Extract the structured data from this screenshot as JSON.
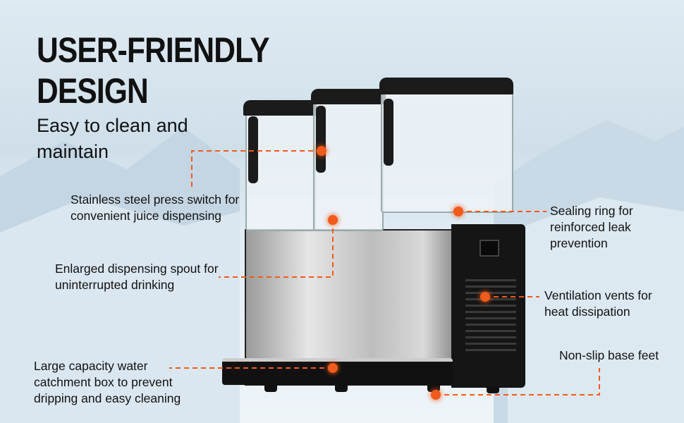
{
  "heading": {
    "line1": "USER-FRIENDLY",
    "line2": "DESIGN"
  },
  "subheading": {
    "line1": "Easy to clean and",
    "line2": "maintain"
  },
  "callouts": [
    {
      "line1": "Stainless steel press switch for",
      "line2": "convenient juice dispensing"
    },
    {
      "line1": "Enlarged dispensing spout for",
      "line2": "uninterrupted drinking"
    },
    {
      "line1": "Large capacity water",
      "line2": "catchment box to prevent",
      "line3": "dripping and easy cleaning"
    },
    {
      "line1": "Sealing ring for",
      "line2": "reinforced leak",
      "line3": "prevention"
    },
    {
      "line1": "Ventilation vents for",
      "line2": "heat dissipation"
    },
    {
      "line1": "Non-slip base feet"
    }
  ],
  "colors": {
    "accent": "#f05a1a",
    "text": "#111111"
  }
}
